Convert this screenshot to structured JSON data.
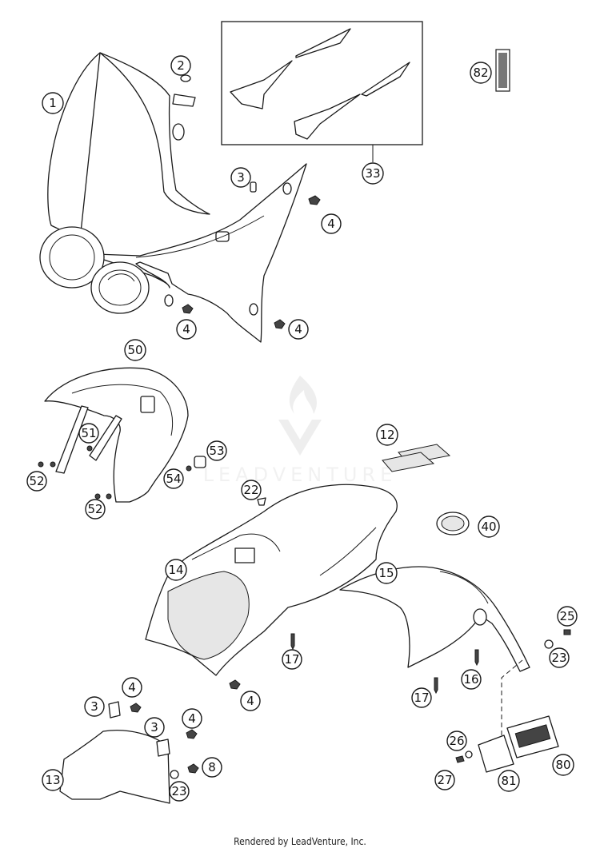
{
  "diagram": {
    "watermark": "LEADVENTURE",
    "footer": "Rendered by LeadVenture, Inc.",
    "callouts": [
      {
        "id": "c1",
        "label": "1"
      },
      {
        "id": "c2",
        "label": "2"
      },
      {
        "id": "c3a",
        "label": "3"
      },
      {
        "id": "c4a",
        "label": "4"
      },
      {
        "id": "c4b",
        "label": "4"
      },
      {
        "id": "c4c",
        "label": "4"
      },
      {
        "id": "c33",
        "label": "33"
      },
      {
        "id": "c82",
        "label": "82"
      },
      {
        "id": "c50",
        "label": "50"
      },
      {
        "id": "c51",
        "label": "51"
      },
      {
        "id": "c53",
        "label": "53"
      },
      {
        "id": "c54",
        "label": "54"
      },
      {
        "id": "c52a",
        "label": "52"
      },
      {
        "id": "c52b",
        "label": "52"
      },
      {
        "id": "c12",
        "label": "12"
      },
      {
        "id": "c22",
        "label": "22"
      },
      {
        "id": "c40",
        "label": "40"
      },
      {
        "id": "c14",
        "label": "14"
      },
      {
        "id": "c15",
        "label": "15"
      },
      {
        "id": "c25",
        "label": "25"
      },
      {
        "id": "c23a",
        "label": "23"
      },
      {
        "id": "c17a",
        "label": "17"
      },
      {
        "id": "c16",
        "label": "16"
      },
      {
        "id": "c17b",
        "label": "17"
      },
      {
        "id": "c4d",
        "label": "4"
      },
      {
        "id": "c4e",
        "label": "4"
      },
      {
        "id": "c4f",
        "label": "4"
      },
      {
        "id": "c3b",
        "label": "3"
      },
      {
        "id": "c3c",
        "label": "3"
      },
      {
        "id": "c8",
        "label": "8"
      },
      {
        "id": "c13",
        "label": "13"
      },
      {
        "id": "c23b",
        "label": "23"
      },
      {
        "id": "c26",
        "label": "26"
      },
      {
        "id": "c27",
        "label": "27"
      },
      {
        "id": "c81",
        "label": "81"
      },
      {
        "id": "c80",
        "label": "80"
      }
    ]
  }
}
